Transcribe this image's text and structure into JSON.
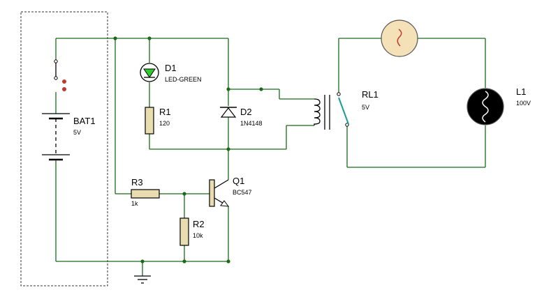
{
  "components": {
    "bat1": {
      "ref": "BAT1",
      "value": "5V"
    },
    "d1": {
      "ref": "D1",
      "value": "LED-GREEN"
    },
    "r1": {
      "ref": "R1",
      "value": "120"
    },
    "d2": {
      "ref": "D2",
      "value": "1N4148"
    },
    "rl1": {
      "ref": "RL1",
      "value": "5V"
    },
    "l1": {
      "ref": "L1",
      "value": "100V"
    },
    "r3": {
      "ref": "R3",
      "value": "1k"
    },
    "q1": {
      "ref": "Q1",
      "value": "BC547"
    },
    "r2": {
      "ref": "R2",
      "value": "10k"
    }
  },
  "colors": {
    "wire": "#1a6a1a",
    "component": "#000000",
    "resistor_fill": "#e8dcb0",
    "led_fill": "#2ecc2e",
    "lamp_fill": "#f5e1b8",
    "bulb_fill": "#000000",
    "relay_switch": "#1a9a9a",
    "switch_contact": "#c0392b"
  }
}
